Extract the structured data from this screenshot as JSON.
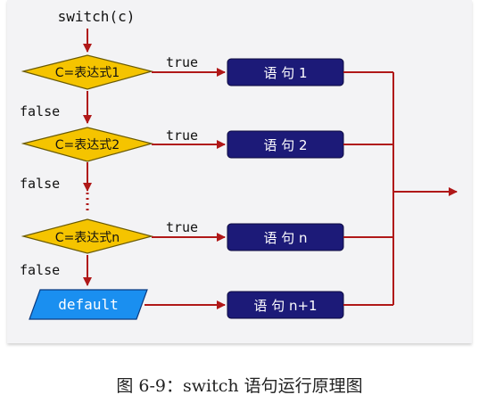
{
  "diagram": {
    "start_label": "switch(c)",
    "conditions": [
      "C=表达式1",
      "C=表达式2",
      "C=表达式n"
    ],
    "true_label": "true",
    "false_label": "false",
    "default_label": "default",
    "statements": [
      "语 句 1",
      "语 句 2",
      "语 句 n",
      "语 句 n+1"
    ],
    "colors": {
      "diamond_fill": "#f5c400",
      "statement_fill": "#1c1a78",
      "default_fill": "#1a8ff0",
      "arrow": "#b01818"
    }
  },
  "caption": "图 6-9：switch 语句运行原理图"
}
